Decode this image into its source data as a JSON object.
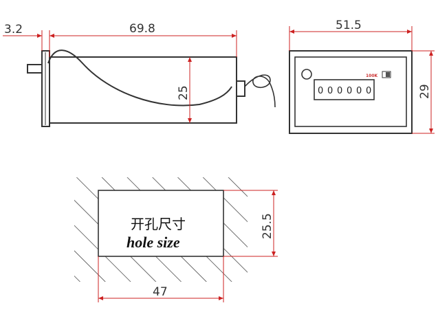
{
  "side_view": {
    "flange_thickness_label": "3.2",
    "body_length_label": "69.8",
    "body_height_label": "25"
  },
  "front_view": {
    "width_label": "51.5",
    "height_label": "29",
    "switch_label": "100K",
    "display_digits": [
      "0",
      "0",
      "0",
      "0",
      "0",
      "0"
    ]
  },
  "cutout": {
    "height_label": "25.5",
    "width_label": "47",
    "caption_cn": "开孔尺寸",
    "caption_en": "hole size"
  },
  "colors": {
    "dimension_line": "#cc2222",
    "outline": "#333333"
  }
}
